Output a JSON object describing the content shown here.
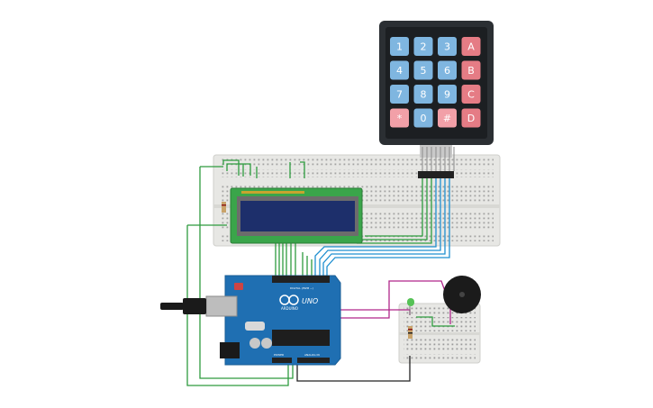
{
  "keypad": {
    "rows": [
      [
        "1",
        "2",
        "3",
        "A"
      ],
      [
        "4",
        "5",
        "6",
        "B"
      ],
      [
        "7",
        "8",
        "9",
        "C"
      ],
      [
        "*",
        "0",
        "#",
        "D"
      ]
    ],
    "colors": {
      "number": "#7fb6e0",
      "letter": "#e57c85",
      "special": "#f2a0a8",
      "body": "#2b2f33"
    }
  },
  "arduino": {
    "logo_text": "ARDUINO",
    "model_text": "UNO",
    "analog_label": "ANALOG IN",
    "power_label": "POWER",
    "digital_label": "DIGITAL (PWM ~)",
    "board_color": "#1f6fb2"
  },
  "lcd": {
    "screen_color": "#1d2f6b",
    "pcb_color": "#3aa54a"
  },
  "wire_colors": {
    "green": "#2e9b3f",
    "blue": "#1f8fd0",
    "magenta": "#b0268a",
    "black": "#222222"
  },
  "components": [
    "keypad-4x4",
    "breadboard-main",
    "lcd-16x2",
    "arduino-uno",
    "breadboard-small",
    "buzzer",
    "led-green",
    "resistor"
  ]
}
